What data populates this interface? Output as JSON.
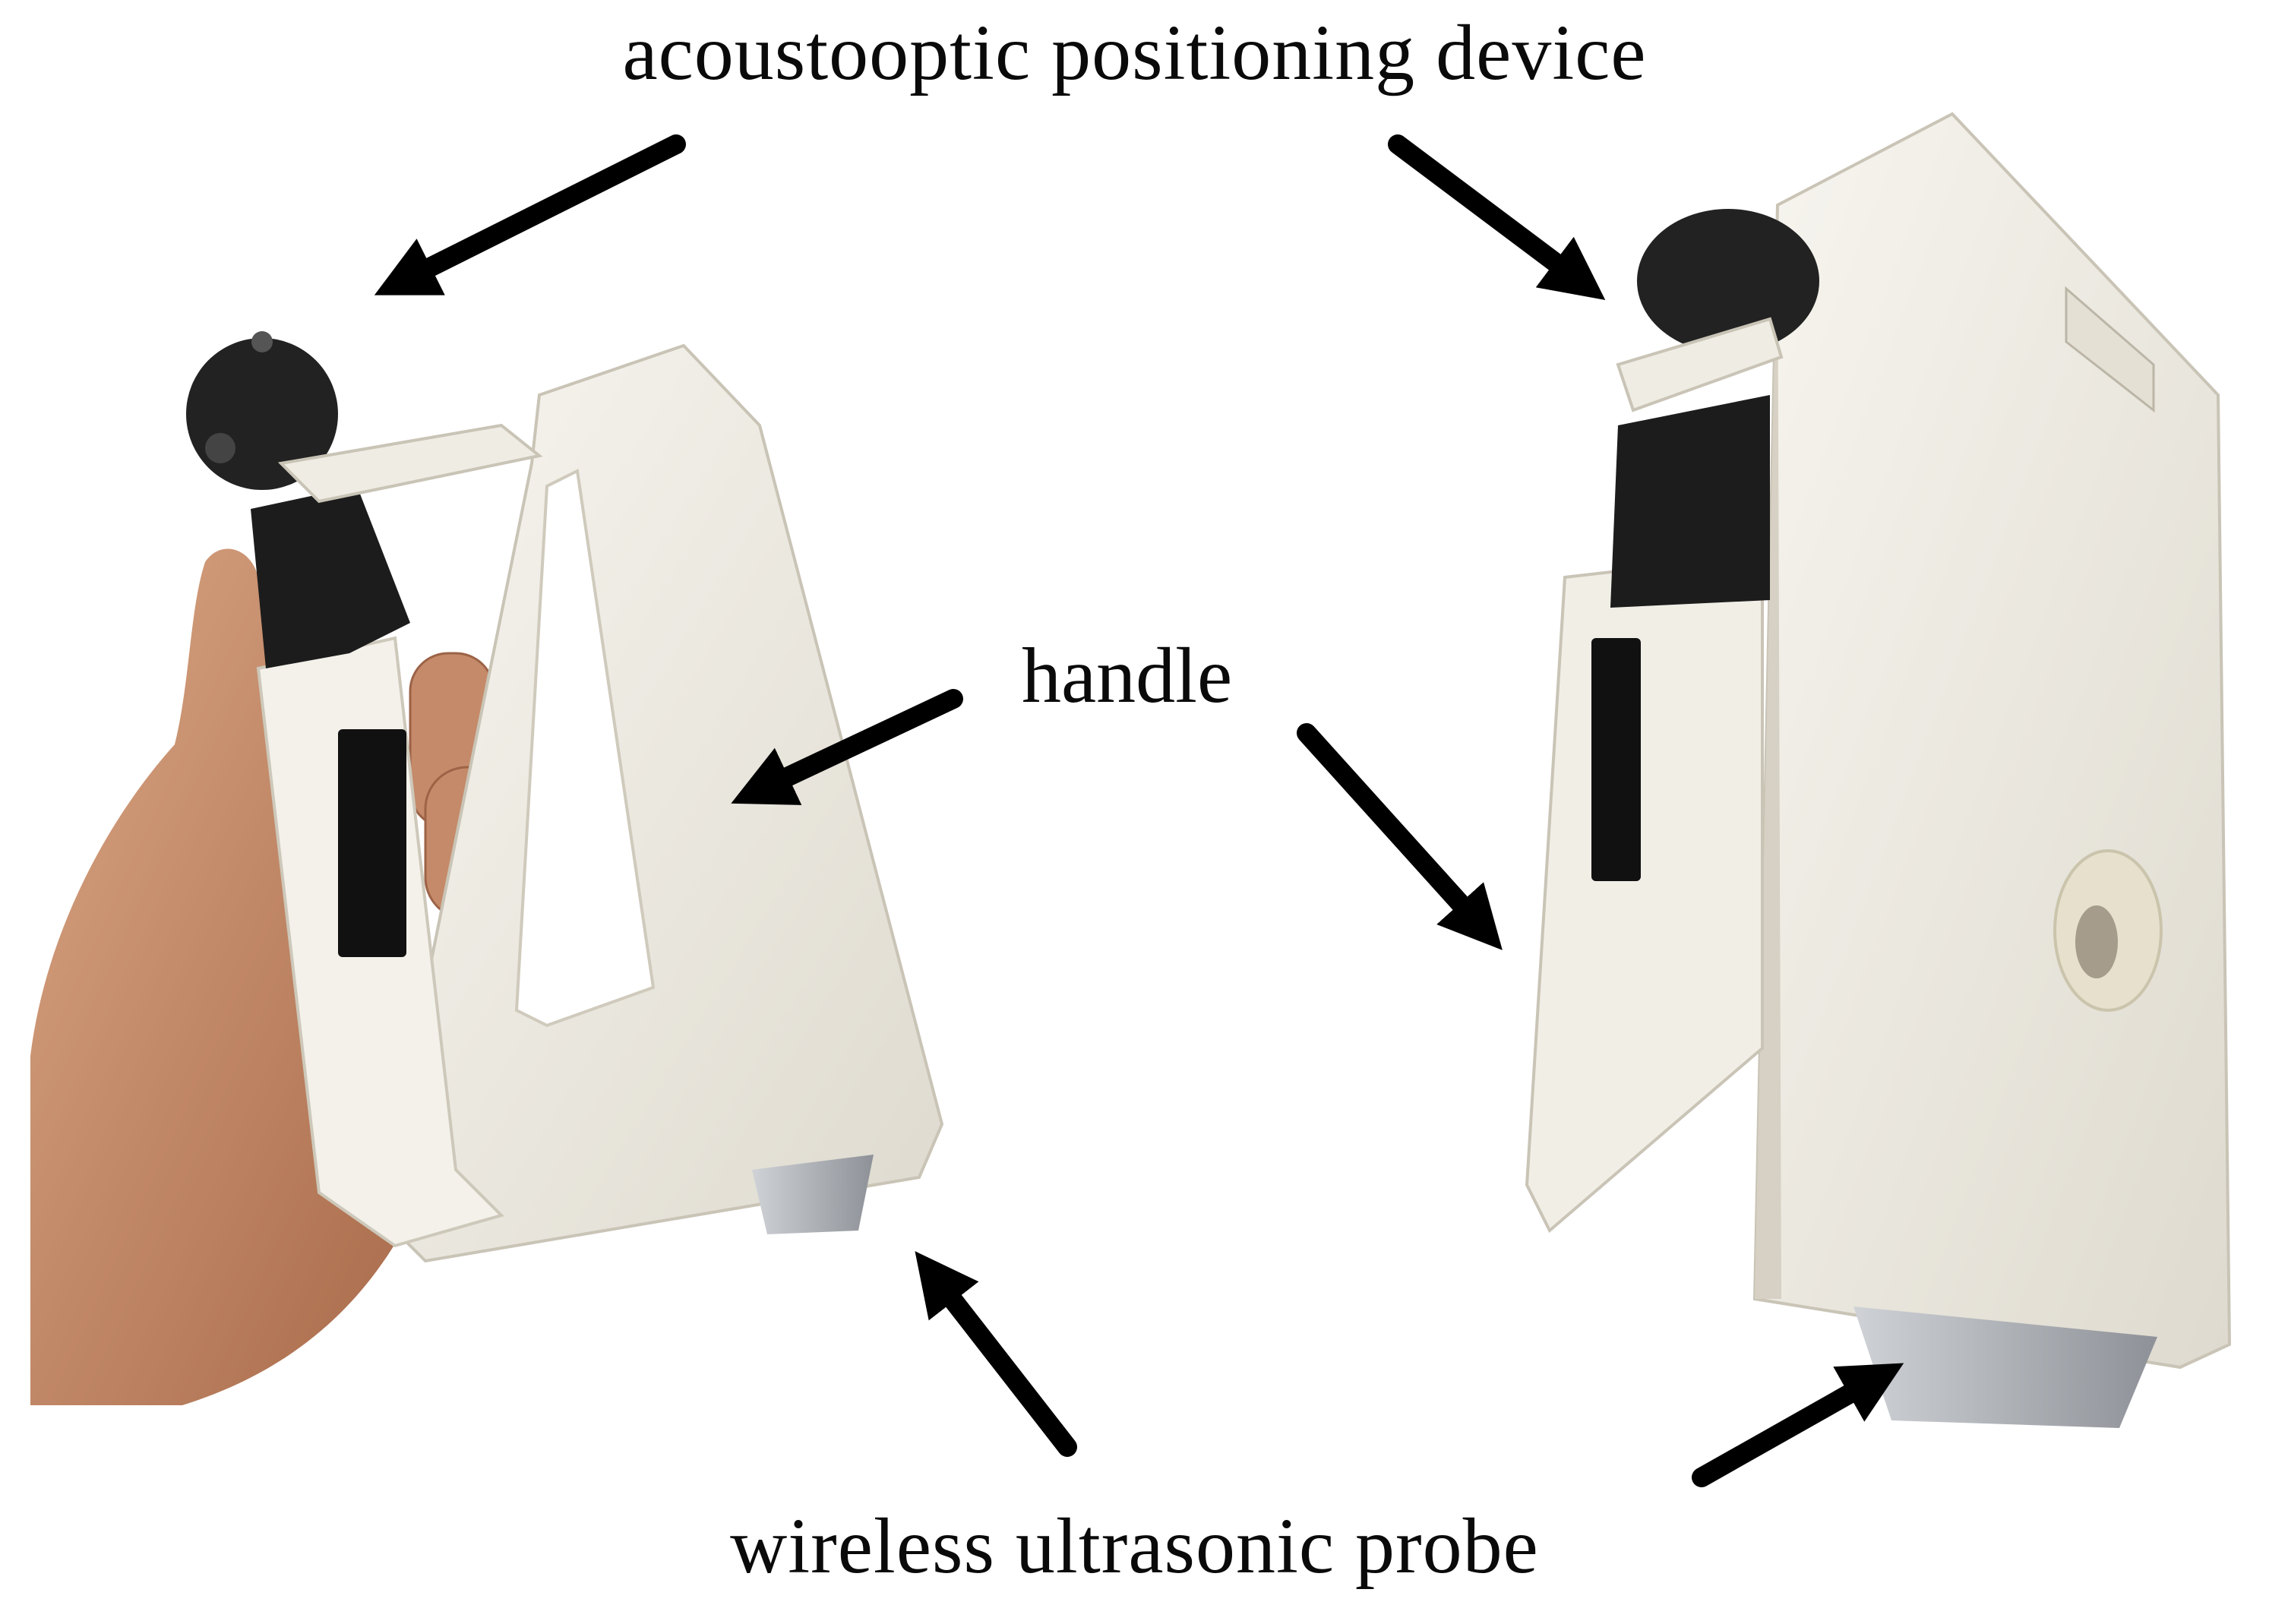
{
  "labels": {
    "top": "acoustooptic positioning device",
    "middle": "handle",
    "bottom": "wireless ultrasonic probe"
  },
  "colors": {
    "background": "#ffffff",
    "device_body": "#f1efe8",
    "device_shadow": "#d9d5ca",
    "black_parts": "#1a1a1a",
    "skin": "#c98f6e",
    "probe_metal": "#b9bcc0",
    "arrow": "#000000"
  }
}
